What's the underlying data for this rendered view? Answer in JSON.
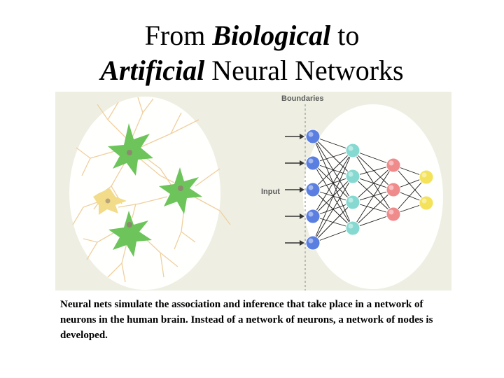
{
  "title": {
    "part1": "From ",
    "part2_italic": "Biological",
    "part3": " to",
    "part4_italic": "Artificial",
    "part5": " Neural Networks"
  },
  "figure": {
    "boundaries_label": "Boundaries",
    "input_label": "Input",
    "colors": {
      "panel_bg": "#eeefe2",
      "ellipse": "#ffffff",
      "neuron_green": "#6cc45a",
      "neuron_yellow": "#f2dc8a",
      "input_node": "#5a7fe0",
      "hidden1_node": "#86d9d0",
      "hidden2_node": "#f08b8b",
      "output_node": "#f3e25a"
    },
    "layers": {
      "input_count": 5,
      "hidden1_count": 4,
      "hidden2_count": 3,
      "output_count": 2
    }
  },
  "caption": "Neural nets simulate the association and inference that take place in a network of neurons in the human brain. Instead of a network of neurons, a network of nodes is developed."
}
